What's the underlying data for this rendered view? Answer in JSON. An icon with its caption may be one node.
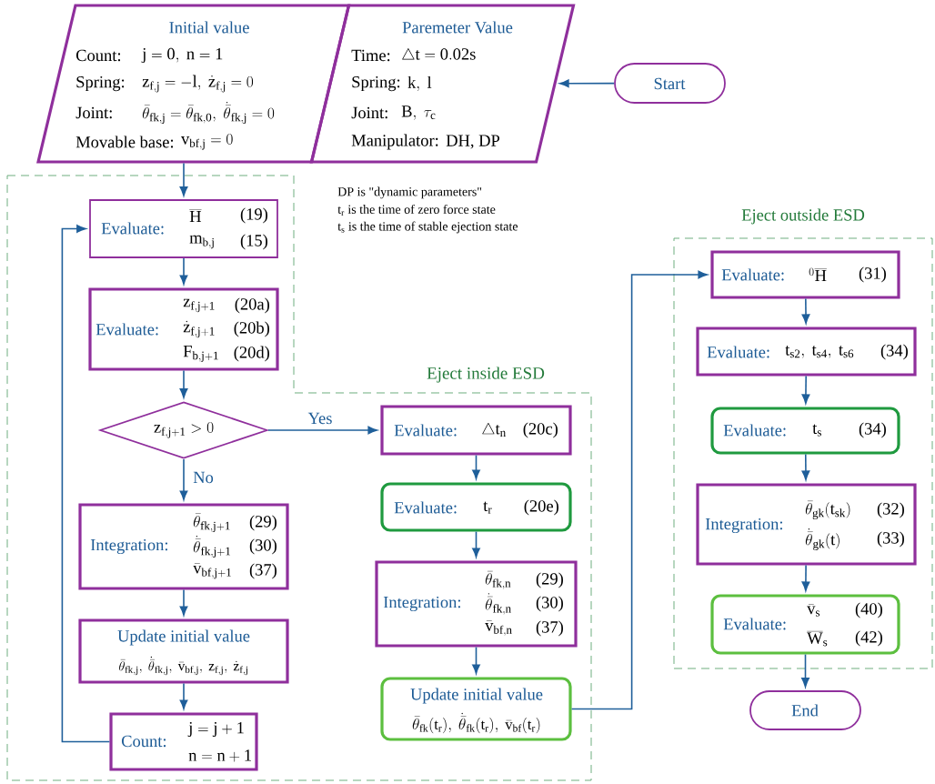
{
  "diagram": {
    "nodes": [
      {
        "text": [
          "Initial value",
          "Count:",
          "\\mathrm{j=0,\\ n=1}",
          "Spring:",
          "\\mathrm{z_{f,j}}=-\\mathrm{l},\\ \\dot{\\mathrm{z}}_{\\mathrm{f,j}}=0",
          "Joint:",
          "\\bar{\\theta}_{\\mathrm{fk,j}}=\\bar{\\theta}_{\\mathrm{fk,0}},\\ \\dot{\\bar{\\theta}}_{\\mathrm{fk,j}}=0",
          "Movable base:",
          "\\mathrm{v_{bf,j}}=0"
        ]
      },
      {
        "text": [
          "Paremeter Value",
          "Time:",
          "\\triangle\\mathrm{t=0.02s}",
          "Spring:",
          "\\mathrm{k,\\ l}",
          "Joint:",
          "\\mathrm{B},\\ \\tau_{\\mathrm{c}}",
          "Manipulator:",
          "DH, DP"
        ]
      },
      {
        "text": [
          "Start"
        ]
      },
      {
        "text": [
          "Evaluate:",
          "\\overline{\\mathrm{H}}",
          "(19)",
          "\\mathrm{m_{b,j}}",
          "(15)"
        ]
      },
      {
        "text": [
          "Evaluate:",
          "\\mathrm{z_{f,j+1}}",
          "(20a)",
          "\\dot{\\mathrm{z}}_{\\mathrm{f,j+1}}",
          "(20b)",
          "\\mathrm{F_{b,j+1}}",
          "(20d)"
        ]
      },
      {
        "text": [
          "\\mathrm{z_{f,j+1}}>0"
        ]
      },
      {
        "text": [
          "Integration:",
          "\\bar{\\theta}_{\\mathrm{fk,j+1}}",
          "(29)",
          "\\dot{\\bar{\\theta}}_{\\mathrm{fk,j+1}}",
          "(30)",
          "\\bar{\\mathrm{v}}_{\\mathrm{bf,j+1}}",
          "(37)"
        ]
      },
      {
        "text": [
          "Update initial value",
          "\\bar{\\theta}_{\\mathrm{fk,j}},\\ \\dot{\\bar{\\theta}}_{\\mathrm{fk,j}},\\ \\bar{\\mathrm{v}}_{\\mathrm{bf,j}},\\ \\mathrm{z_{f,j}},\\ \\dot{\\mathrm{z}}_{\\mathrm{f,j}}"
        ]
      },
      {
        "text": [
          "Count:",
          "\\mathrm{j=j+1}",
          "\\mathrm{n=n+1}"
        ]
      },
      {
        "text": [
          "Evaluate:",
          "\\triangle\\mathrm{t_{n}}",
          "(20c)"
        ]
      },
      {
        "text": [
          "Evaluate:",
          "\\mathrm{t_{r}}",
          "(20e)"
        ]
      },
      {
        "text": [
          "Integration:",
          "\\bar{\\theta}_{\\mathrm{fk,n}}",
          "(29)",
          "\\dot{\\bar{\\theta}}_{\\mathrm{fk,n}}",
          "(30)",
          "\\bar{\\mathrm{v}}_{\\mathrm{bf,n}}",
          "(37)"
        ]
      },
      {
        "text": [
          "Update initial value",
          "\\bar{\\theta}_{\\mathrm{fk}}(\\mathrm{t_{r}}),\\ \\dot{\\bar{\\theta}}_{\\mathrm{fk}}(\\mathrm{t_{r}}),\\ \\bar{\\mathrm{v}}_{\\mathrm{bf}}(\\mathrm{t_{r}})"
        ]
      },
      {
        "text": [
          "Eject outside ESD"
        ]
      },
      {
        "text": [
          "Evaluate:",
          "{}^{0}\\overline{\\mathrm{H}}",
          "(31)"
        ],
        "in": 13
      },
      {
        "text": [
          "Evaluate:",
          "\\mathrm{t_{s2},\\ t_{s4},\\ t_{s6}}",
          "(34)"
        ],
        "in": 13
      },
      {
        "text": [
          "Evaluate:",
          "\\mathrm{t_{s}}",
          "(34)"
        ],
        "in": 13
      },
      {
        "text": [
          "Integration:",
          "\\bar{\\theta}_{\\mathrm{gk}}(\\mathrm{t_{sk}})",
          "(32)",
          "\\dot{\\bar{\\theta}}_{\\mathrm{gk}}(\\mathrm{t})",
          "(33)"
        ],
        "in": 13
      },
      {
        "text": [
          "Evaluate:",
          "\\bar{\\mathrm{v}}_{\\mathrm{s}}",
          "(40)",
          "\\overline{\\mathrm{W}}_{\\mathrm{s}}",
          "(42)"
        ],
        "in": 13
      },
      {
        "text": [
          "End"
        ]
      }
    ],
    "edges": [
      {
        "from": 2,
        "to": 1,
        "arrow": "to"
      },
      {
        "from": 0,
        "to": 3,
        "arrow": "to"
      },
      {
        "from": 3,
        "to": 4,
        "arrow": "to"
      },
      {
        "from": 4,
        "to": 5,
        "arrow": "to"
      },
      {
        "from": 5,
        "to": 9,
        "arrow": "to",
        "label": "Yes"
      },
      {
        "from": 5,
        "to": 6,
        "arrow": "to",
        "label": "No"
      },
      {
        "from": 6,
        "to": 7,
        "arrow": "to"
      },
      {
        "from": 7,
        "to": 8,
        "arrow": "to"
      },
      {
        "from": 8,
        "to": 3,
        "arrow": "to"
      },
      {
        "from": 9,
        "to": 10,
        "arrow": "to"
      },
      {
        "from": 10,
        "to": 11,
        "arrow": "to"
      },
      {
        "from": 11,
        "to": 12,
        "arrow": "to"
      },
      {
        "from": 12,
        "to": 14,
        "arrow": "to"
      },
      {
        "from": 14,
        "to": 15,
        "arrow": "to"
      },
      {
        "from": 15,
        "to": 16,
        "arrow": "to"
      },
      {
        "from": 16,
        "to": 17,
        "arrow": "to"
      },
      {
        "from": 17,
        "to": 18,
        "arrow": "to"
      },
      {
        "from": 18,
        "to": 19,
        "arrow": "to"
      }
    ],
    "labels": [
      "DP is \"dynamic parameters\"",
      "t$_{r}$ is the time of zero force state",
      "t$_{s}$ is the time of stable ejection state",
      "Eject inside ESD"
    ]
  }
}
